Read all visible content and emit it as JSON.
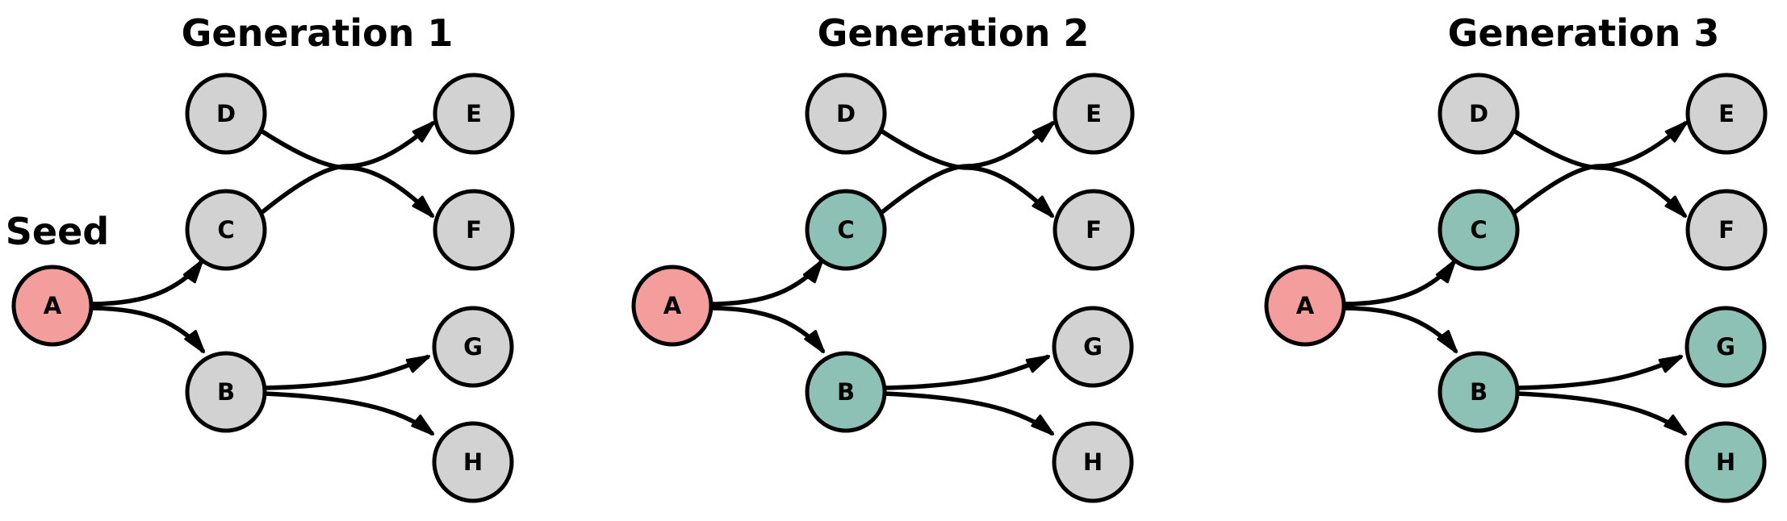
{
  "figure": {
    "background_color": "#ffffff",
    "seed_label": "Seed",
    "colors": {
      "seed_fill": "#f39d9d",
      "selected_fill": "#8ec1b5",
      "default_fill": "#d2d2d2",
      "outline": "#000000",
      "edge": "#000000",
      "text": "#000000"
    },
    "node_ids": [
      "A",
      "B",
      "C",
      "D",
      "E",
      "F",
      "G",
      "H"
    ],
    "edges": [
      {
        "from": "A",
        "to": "C"
      },
      {
        "from": "A",
        "to": "B"
      },
      {
        "from": "C",
        "to": "E"
      },
      {
        "from": "D",
        "to": "F"
      },
      {
        "from": "B",
        "to": "G"
      },
      {
        "from": "B",
        "to": "H"
      }
    ],
    "panels": [
      {
        "title": "Generation 1",
        "show_seed_label": true,
        "seed_nodes": [
          "A"
        ],
        "selected_nodes": []
      },
      {
        "title": "Generation 2",
        "show_seed_label": false,
        "seed_nodes": [
          "A"
        ],
        "selected_nodes": [
          "C",
          "B"
        ]
      },
      {
        "title": "Generation 3",
        "show_seed_label": false,
        "seed_nodes": [
          "A"
        ],
        "selected_nodes": [
          "C",
          "B",
          "G",
          "H"
        ]
      }
    ]
  }
}
